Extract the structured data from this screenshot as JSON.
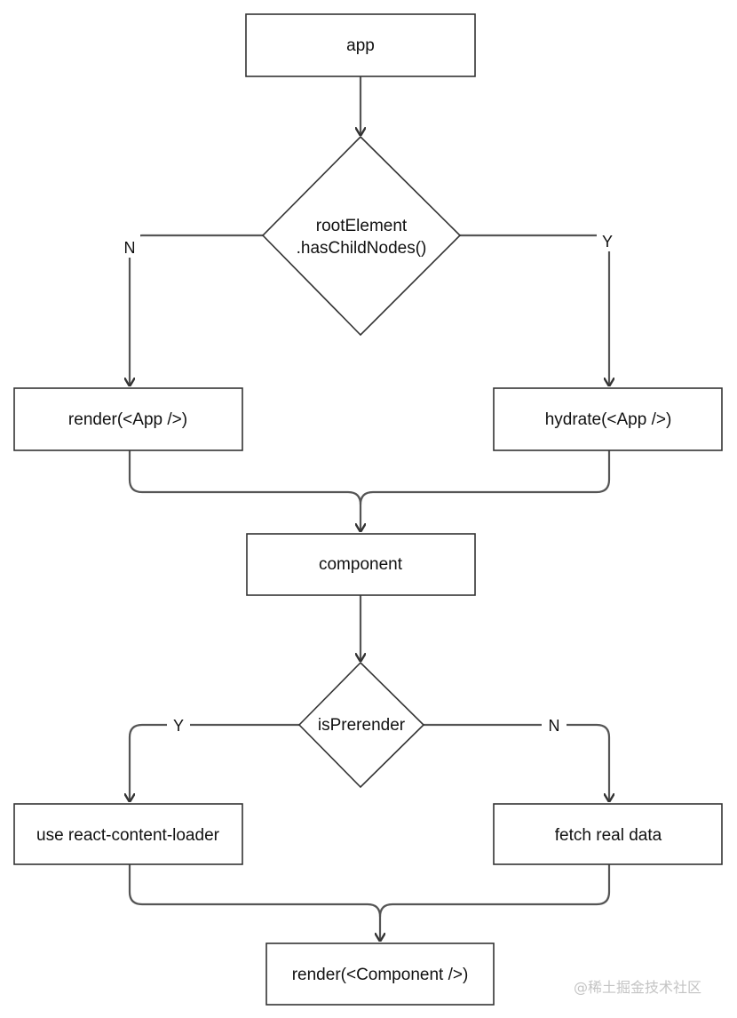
{
  "nodes": {
    "app": "app",
    "decision_root": [
      "rootElement",
      ".hasChildNodes()"
    ],
    "render_app": "render(<App />)",
    "hydrate_app": "hydrate(<App />)",
    "component": "component",
    "decision_prerender": "isPrerender",
    "use_loader": "use react-content-loader",
    "fetch_data": "fetch real data",
    "render_component": "render(<Component />)"
  },
  "edge_labels": {
    "root_no": "N",
    "root_yes": "Y",
    "prerender_yes": "Y",
    "prerender_no": "N"
  },
  "watermark": "@稀土掘金技术社区"
}
